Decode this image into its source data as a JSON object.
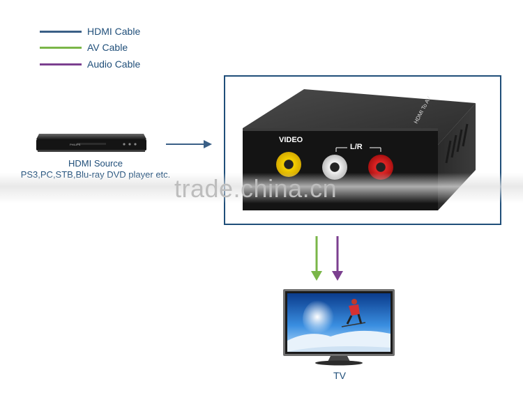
{
  "legend": [
    {
      "label": "HDMI Cable",
      "color": "#3a5f86"
    },
    {
      "label": "AV Cable",
      "color": "#7ab648"
    },
    {
      "label": "Audio Cable",
      "color": "#7b3f8f"
    }
  ],
  "source": {
    "title": "HDMI Source",
    "subtitle": "PS3,PC,STB,Blu-ray DVD player etc.",
    "player_brand": "PHILIPS"
  },
  "converter": {
    "face_label": "HDMI To AV",
    "video_label": "VIDEO",
    "audio_label": "L/R",
    "port_colors": [
      "#f2c300",
      "#e8e8e8",
      "#d11f1f"
    ]
  },
  "watermark": "trade.china.cn",
  "tv": {
    "label": "TV"
  },
  "colors": {
    "hdmi": "#3a5f86",
    "av": "#7ab648",
    "audio": "#7b3f8f",
    "frame": "#1f4e79"
  }
}
